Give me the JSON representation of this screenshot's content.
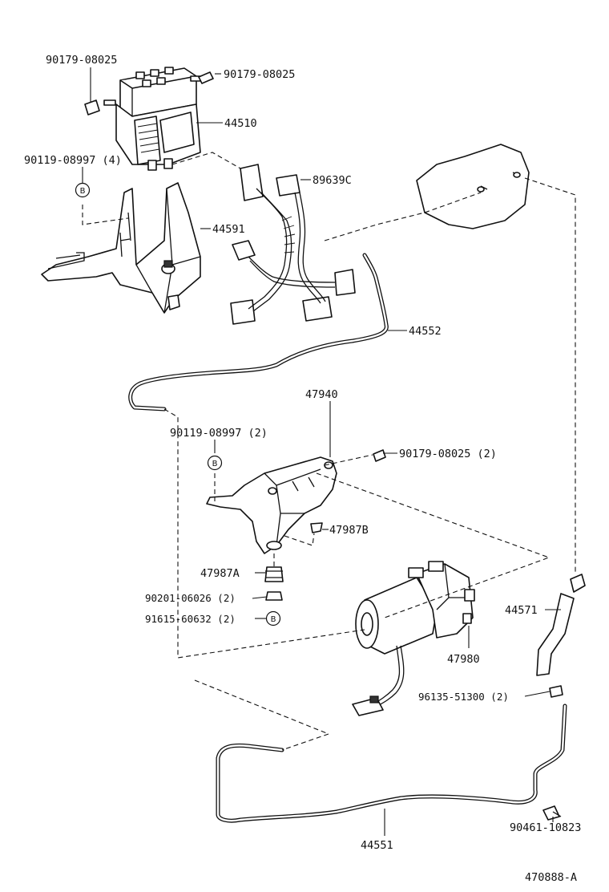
{
  "callouts": {
    "p90179_08025_a": "90179-08025",
    "p90179_08025_b": "90179-08025",
    "p44510": "44510",
    "p90119_08997_4": "90119-08997 (4)",
    "p89639c": "89639C",
    "p44591": "44591",
    "p44552": "44552",
    "p47940": "47940",
    "p90119_08997_2": "90119-08997 (2)",
    "p90179_08025_2": "90179-08025 (2)",
    "p47987b": "47987B",
    "p47987a": "47987A",
    "p90201_06026": "90201-06026 (2)",
    "p91615_60632": "91615-60632 (2)",
    "p44571": "44571",
    "p47980": "47980",
    "p96135_51300": "96135-51300 (2)",
    "p90461_10823": "90461-10823",
    "p44551": "44551"
  },
  "badges": {
    "b1": "B",
    "b2": "B",
    "b3": "B"
  },
  "figure_code": "470888-A"
}
